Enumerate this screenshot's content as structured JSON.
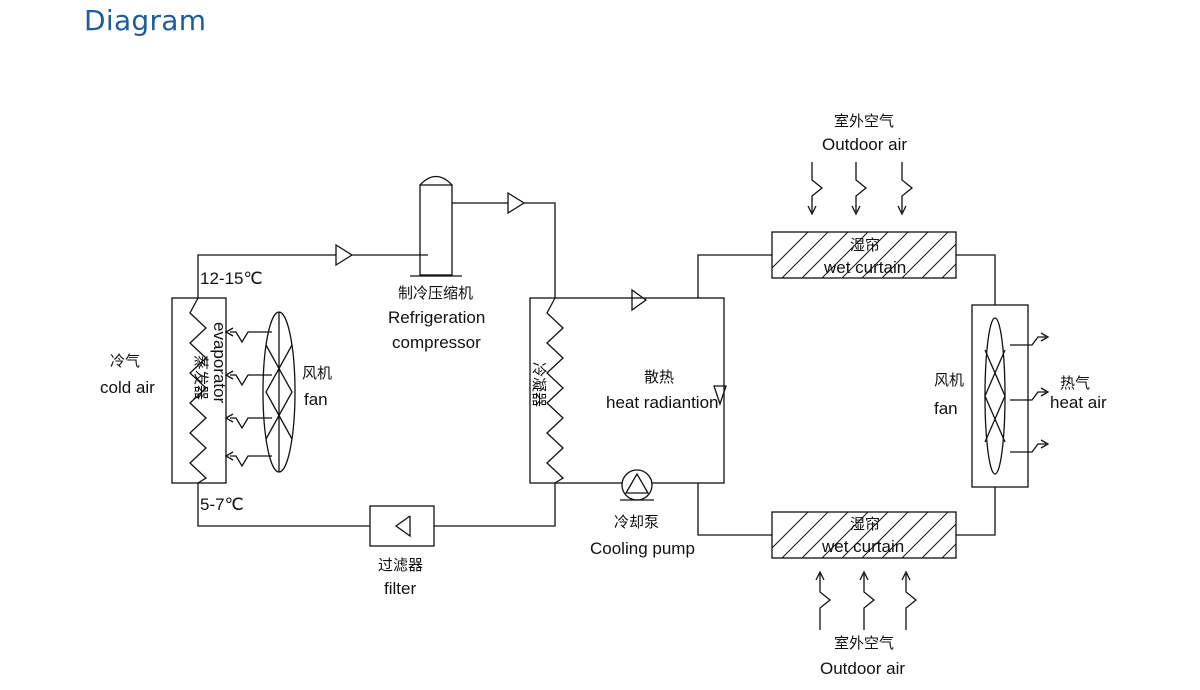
{
  "page": {
    "heading": "Diagram"
  },
  "labels": {
    "temp_in": "12-15℃",
    "temp_out": "5-7℃",
    "cold_air_cn": "冷气",
    "cold_air_en": "cold air",
    "evaporator_cn": "蒸发器",
    "evaporator_en": "evaporator",
    "fan_left_cn": "风机",
    "fan_left_en": "fan",
    "compressor_cn": "制冷压缩机",
    "compressor_en1": "Refrigeration",
    "compressor_en2": "compressor",
    "condenser_cn": "冷凝器",
    "heat_rad_cn": "散热",
    "heat_rad_en": "heat radiantion",
    "pump_cn": "冷却泵",
    "pump_en": "Cooling pump",
    "filter_cn": "过滤器",
    "filter_en": "filter",
    "curtain_top_cn": "湿帘",
    "curtain_top_en": "wet curtain",
    "curtain_bottom_cn": "湿帘",
    "curtain_bottom_en": "wet curtain",
    "outdoor_top_cn": "室外空气",
    "outdoor_top_en": "Outdoor  air",
    "outdoor_bottom_cn": "室外空气",
    "outdoor_bottom_en": "Outdoor air",
    "fan_right_cn": "风机",
    "fan_right_en": "fan",
    "hot_air_cn": "热气",
    "hot_air_en": "heat air"
  }
}
